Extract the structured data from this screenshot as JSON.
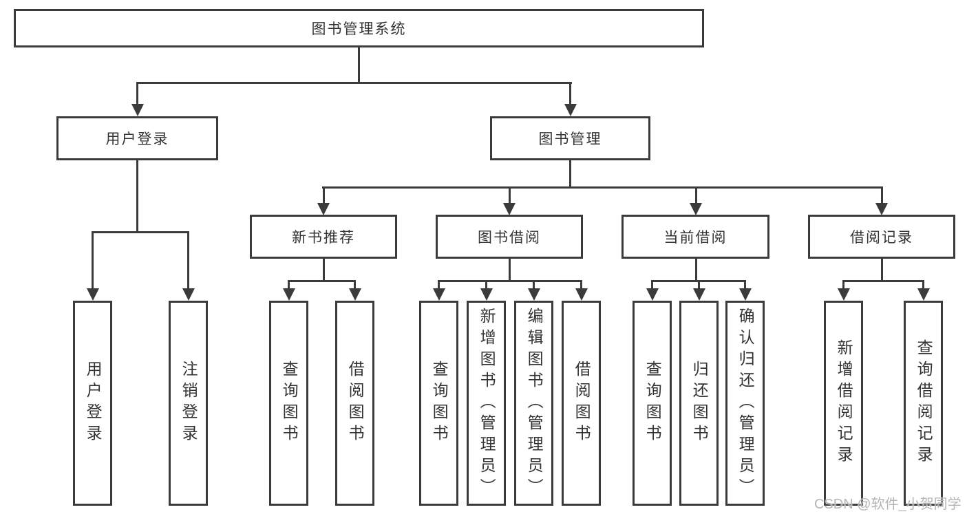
{
  "diagram": {
    "root": {
      "label": "图书管理系统"
    },
    "level2": [
      {
        "label": "用户登录"
      },
      {
        "label": "图书管理"
      }
    ],
    "level3": [
      {
        "label": "新书推荐"
      },
      {
        "label": "图书借阅"
      },
      {
        "label": "当前借阅"
      },
      {
        "label": "借阅记录"
      }
    ],
    "leaf_groups": [
      {
        "parent": "用户登录",
        "items": [
          {
            "label": "用户登录"
          },
          {
            "label": "注销登录"
          }
        ]
      },
      {
        "parent": "新书推荐",
        "items": [
          {
            "label": "查询图书"
          },
          {
            "label": "借阅图书"
          }
        ]
      },
      {
        "parent": "图书借阅",
        "items": [
          {
            "label": "查询图书"
          },
          {
            "label": "新增图书（管理员）"
          },
          {
            "label": "编辑图书（管理员）"
          },
          {
            "label": "借阅图书"
          }
        ]
      },
      {
        "parent": "当前借阅",
        "items": [
          {
            "label": "查询图书"
          },
          {
            "label": "归还图书"
          },
          {
            "label": "确认归还（管理员）"
          }
        ]
      },
      {
        "parent": "借阅记录",
        "items": [
          {
            "label": "新增借阅记录"
          },
          {
            "label": "查询借阅记录"
          }
        ]
      }
    ]
  },
  "watermark": {
    "text": "CSDN @软件_小贺同学"
  },
  "colors": {
    "line": "#3b3b3b",
    "text": "#333333",
    "box_background": "#ffffff",
    "page_background": "#ffffff",
    "watermark": "#b5b5b5"
  }
}
